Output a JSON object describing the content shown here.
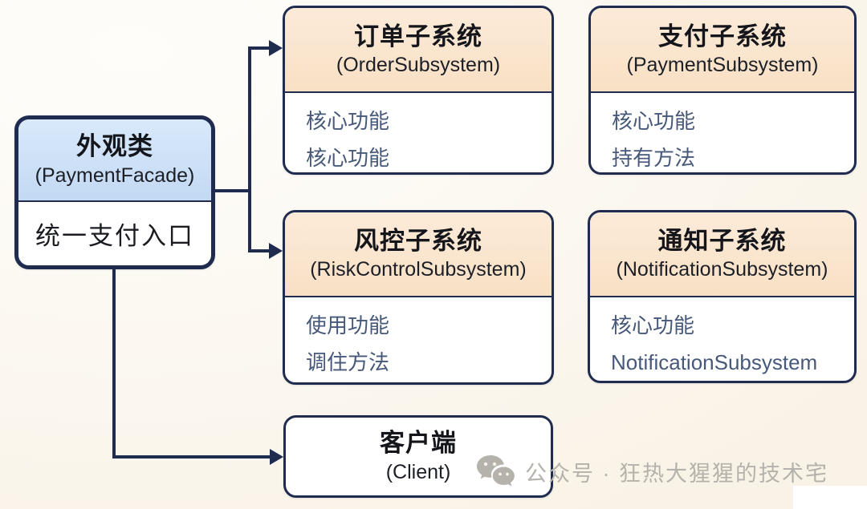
{
  "diagram": {
    "title_hint": "Facade pattern payment diagram",
    "nodes": {
      "facade": {
        "title": "外观类",
        "subtitle": "(PaymentFacade)",
        "body": "统一支付入口"
      },
      "order": {
        "title": "订单子系统",
        "subtitle": "(OrderSubsystem)",
        "items": [
          "核心功能",
          "核心功能"
        ]
      },
      "payment": {
        "title": "支付子系统",
        "subtitle": "(PaymentSubsystem)",
        "items": [
          "核心功能",
          "持有方法"
        ]
      },
      "risk": {
        "title": "风控子系统",
        "subtitle": "(RiskControlSubsystem)",
        "items": [
          "使用功能",
          "调住方法"
        ]
      },
      "notification": {
        "title": "通知子系统",
        "subtitle": "(NotificationSubsystem)",
        "items": [
          "核心功能",
          "NotificationSubsystem"
        ]
      },
      "client": {
        "title": "客户端",
        "subtitle": "(Client)"
      }
    },
    "colors": {
      "line": "#1f2c4f",
      "facade_header": "#cfe2f7",
      "subsystem_header": "#fae4cc",
      "item_text": "#47597a",
      "background": "#fbf7ef",
      "watermark_gray": "#b5b2ac"
    }
  },
  "watermark": {
    "icon": "wechat-icon",
    "text": "公众号 · 狂热大猩猩的技术宅"
  }
}
